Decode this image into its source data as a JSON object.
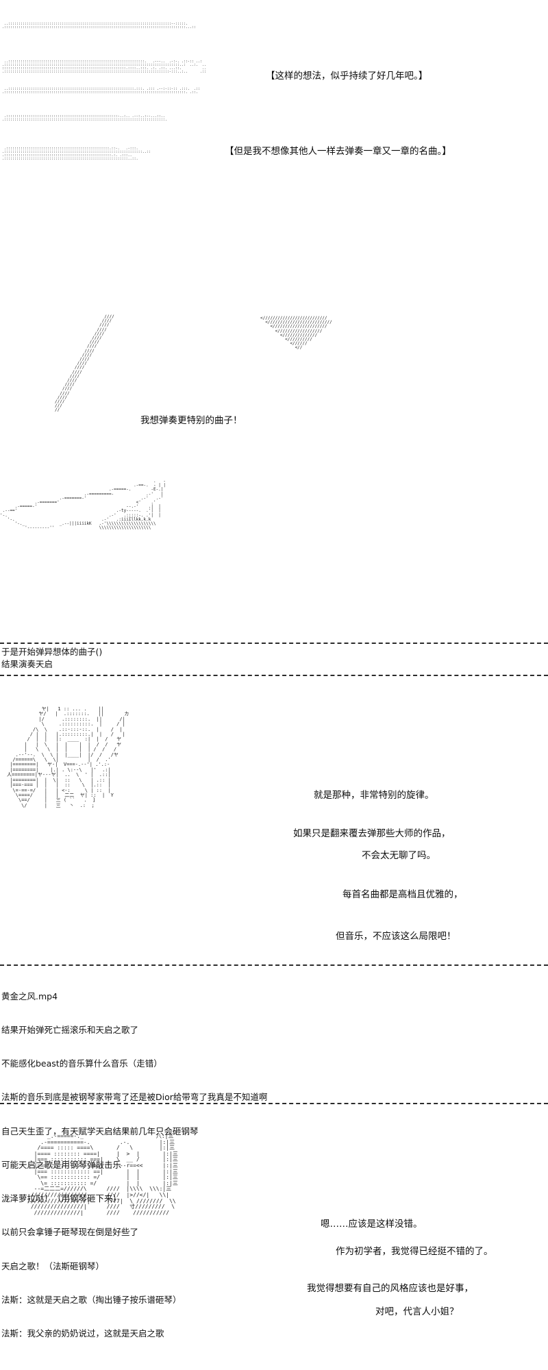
{
  "meta": {
    "bg_color": "#ffffff",
    "text_color": "#000000",
    "separator_color": "#2b2b2b"
  },
  "panels": [
    {
      "id": "panel-1",
      "dialogues": [
        {
          "name": "dialogue-thought-1",
          "text": "【这样的想法，似乎持续了好几年吧。】"
        },
        {
          "name": "dialogue-thought-2",
          "text": "【但是我不想像其他人一样去弹奏一章又一章的名曲。】"
        }
      ],
      "ascii": {
        "line_1": "..::::::::::::::::::::::::::::::::::::::::::::::::::::::::::::::::::::::::::-::::::.",
        "line_2": ".::::::::::::::::::::::::::::::::::::::::::::::::::::::::::::::::::::::::::::::::::...::",
        "line_3": "::::::::::::::::::::::::::::::::::::::::::::::::::::::::::::::::-:::: :::: ::::::: ::",
        "line_4": ":::::::::::::::::::::::::::::::::::::::::::::::::::::::::::::::::::::::::::::.:::  .  ..",
        "line_5": "::::::::::::::::::::::::::::::::::::::::::::::::::::::::::::::::::::.:.:. ..:. .:. .  ::     ..",
        "line_6": ":::::::::::::::::::::::::::::::::::::::::::::::::::::::::::::::::  .::: .:::-:::::: .::.  ::.",
        "line_7": "::::::::::::::::::::::::::::::::::::::::::::::::::::::::::::::::::::::::::::::::::::::",
        "line_8": ":::::::::::::::::::::::::::::::::::::::::::::::::::::::::::::-:::-::::::::..::::.::..",
        "line_9": "::::::::::::::::::::::::::::::::::::::::::::::::::::::::::::::::::::::::::.::,:::::.::...::",
        "line_10": "::::::::::::::::::::::::::::::::::::::::::::::::::::::::::::::::::::::::::::.::::::::.."
      }
    },
    {
      "id": "panel-2",
      "dialogues": [
        {
          "name": "dialogue-want-special",
          "text": "我想弹奏更特别的曲子！"
        }
      ]
    },
    {
      "id": "panel-3",
      "narration": [
        {
          "name": "narration-start-playing",
          "text": "于是开始弹异想体的曲子()"
        },
        {
          "name": "narration-result-apocalypse",
          "text": "结果演奏天启"
        }
      ]
    },
    {
      "id": "panel-4",
      "dialogues": [
        {
          "name": "dialogue-that-kind-melody",
          "text": "就是那种，非常特别的旋律。"
        },
        {
          "name": "dialogue-if-only-masters",
          "text": "如果只是翻来覆去弹那些大师的作品，"
        },
        {
          "name": "dialogue-too-boring",
          "text": "不会太无聊了吗。"
        },
        {
          "name": "dialogue-every-famous-piece",
          "text": "每首名曲都是高档且优雅的，"
        },
        {
          "name": "dialogue-music-not-limited",
          "text": "但音乐，不应该这么局限吧！"
        }
      ]
    },
    {
      "id": "panel-5",
      "dialogues": [
        {
          "name": "dialogue-should-be-right",
          "text": "嗯……应该是这样没错。"
        },
        {
          "name": "dialogue-as-beginner",
          "text": "作为初学者，我觉得已经挺不错的了。"
        },
        {
          "name": "dialogue-own-style-good",
          "text": "我觉得想要有自己的风格应该也是好事，"
        },
        {
          "name": "dialogue-right-miss-agent",
          "text": "对吧，代言人小姐？"
        }
      ]
    }
  ],
  "comments": {
    "title": "黄金之风.mp4",
    "lines": [
      "结果开始弹死亡摇滚乐和天启之歌了",
      "不能感化beast的音乐算什么音乐（走错）",
      "法斯的音乐到底是被钢琴家带弯了还是被Dior给带弯了我真是不知道啊",
      "自己天生歪了，有天赋学天启结果前几年只会砸钢琴",
      "可能天启之歌是用钢琴弹敲击乐",
      "泷泽萝拉哒！（用钢琴砸下来）",
      "以前只会拿锤子砸琴现在倒是好些了",
      "天启之歌！（法斯砸钢琴）",
      "法斯：这就是天启之歌（掏出锤子按乐谱砸琴）",
      "法斯：我父亲的奶奶说过，这就是天启之歌"
    ]
  },
  "ascii_art": {
    "panel1_block1": "  ..:::::::::::::::::::::::::::::::::::::::::::::::::::::::::::::::::::::::::::::::--:::::.\n .::::::::::::::::::::::::::::::::::::::::::::::::::::::::::::::::::::::::::::::::::::::::...::",
    "panel1_block2": "  ..::::::::::::::::::::::::::::::::::::::::::::::::::::::::::::::::::.   .---..  .-:-. .::-:: ..:\n .:::::::::::::::::::::::::::::::::::::::::::::::::::::::::::::::::::::::::::::::::::::..:  ..:.  ..\n ::::::::::::::::::::::::::::::::::::::::::::::::::::::::::::.::::..:::. .:. .::. ...::.          ..\n .::::::::::::::::::::::::::::::::::::::::::::::::::::::::::::::::::::::::::::::::-:::..:..      .::",
    "panel1_block3": "  ..:::::::::::::::::::::::::::::::::::::::::::::::::::::::::::::.:::. .::: .--:-::-:: .:::.  .::\n .::::::::::::::::::::::::::::::::::::::::::::::::::::::::::::::::::::::::::::::::::::::::. .::.",
    "panel1_block4": "  .::::::::::::::::::::::::::::::::::::::::::::::::::::::-..:.. .--:..:--...::..\n .::::::::::::::::::::::::::::::::::::::::::::::::::::::::::::::::::::::::::::::.",
    "panel1_block5": "  .::::::::::::::::::::::::::::::::::::::::::::::::::.::-.   .-:::.\n .:::::::::::::::::::::::::::::::::::::::::::::::::::::::::::::::::::..::\n .::::::::::::::::::::::::::::::::::::::::::::::::::::.:. .:::..\n .::::::::::::::::::::::::::::::::::::::::::::::::::::::::::::..::.",
    "panel2_left": "                    ////\n                   ////\n                  ////\n                 ////\n                ////\n               ////\n              ////\n             ////\n            ////\n           ////\n          ////\n         ////\n        ////\n       ////\n      ////\n     ////\n    ////\n   ////\n  ////\n ////\n////\n///\n//",
    "panel2_right": "<//////////////////////////\n  <//////////////////////////\n    <//////////////////////\n      <//////////////////\n        <//////////////\n          <//////////\n            <//////\n              <//",
    "panel2_piano": "                                                              .   -\n                                                      .-==-.  - | |\n                                            .-=====-.        -E-.|\n                                  .-=========-             .-'   |\n                        .-=======-'                      .-'   .-'\n              .-======='                               <'    .'\n      .-=====-'                                    --.-'    .|  |\n .--=='                                        .-ty-----.  .'|  |\n'-.                                         .-'   .:::::-. .'|  |\n   '-.                                   .-'   .:iiiIllkk.k.k\n      '-._              _.--|||iiiikK   .-'\\\\\\\\\\\\\\\\\\\\\\\\\\\\\\\\\\\\\\\\\n          '---------''                  \\\\\\\\\\\\\\\\\\\\\\\\\\\\\\\\\\\\\\\\\\",
    "panel4_figure": "            ヤ|   1 :: ... .    ||\n           ヤ/   |  .:::::::.   ||       カ\n           |/      .::::::::.  ||      /|\n            \\     .::::::::::.  |     / |\n         /\\  \\    .::-:::-::.  |    /  |\n        / |  |   |.:::::::::.|  |   /   |\n       /  |  |   |:  ____  :|  |  /   ヤ\n      |   |  \\   |  |    |  |  /  /   ヤ\n      |   \\   \\  |  |    |  | /  /   /\n   .--'--.  \\  \\ |  |____|  |/  /   /ヤ\n  /======\\   \\  \\|          |  /  .'\n |========|   ヤ-|  V===-.--'| .'.:-\n |========|    |.| . \\:--\\   |'  .:|\n人========|ヤ---ヤ|  ..  \\  ' |  .::|\n |========|  |  \\|  ::   \\   | .:: |\n |===-=== |  |   |  ::    \\  |.::  |\n  \\=-==-=/   |   | <-:     \\ | ::  |\n   \\====/    |   |  二二  ヤ| ::  |  Y\n    \\==/     |   三 ( ``   .  ]\n     \\/      |   三   丶  .:  ;",
    "panel5_figure": "      _.-=====-._                      八:|三\n    .-===========-.         .-.         |:|三\n   /==== ::::: ====\\       /   \\        |:|三\n  |==== :::::::: ====|     |  >  |       |:|三\n  |=== ::::::::::: ===|    \\  __ /       |:|三\n  |=== :::::::::::: ==|     --r==<<      |:|三\n  |=== :::::::::::: ==|       |  |       |:|三\n   \\== :::::::::::: =/        |  |       |:|三\n    \\= ::::::::::: =/         |  |       |:|三\n  --=二二二=//////\\      ////  |\\\\\\\\  \\\\\\:|三\n /////////////////      ////  |>//</|   \\\\|\n//////////////////|     |777|  \\ ////////  \\\\\n ////////////////|      ////   寸/////////  \\\n  //////////////|       ////    ///////////"
  }
}
